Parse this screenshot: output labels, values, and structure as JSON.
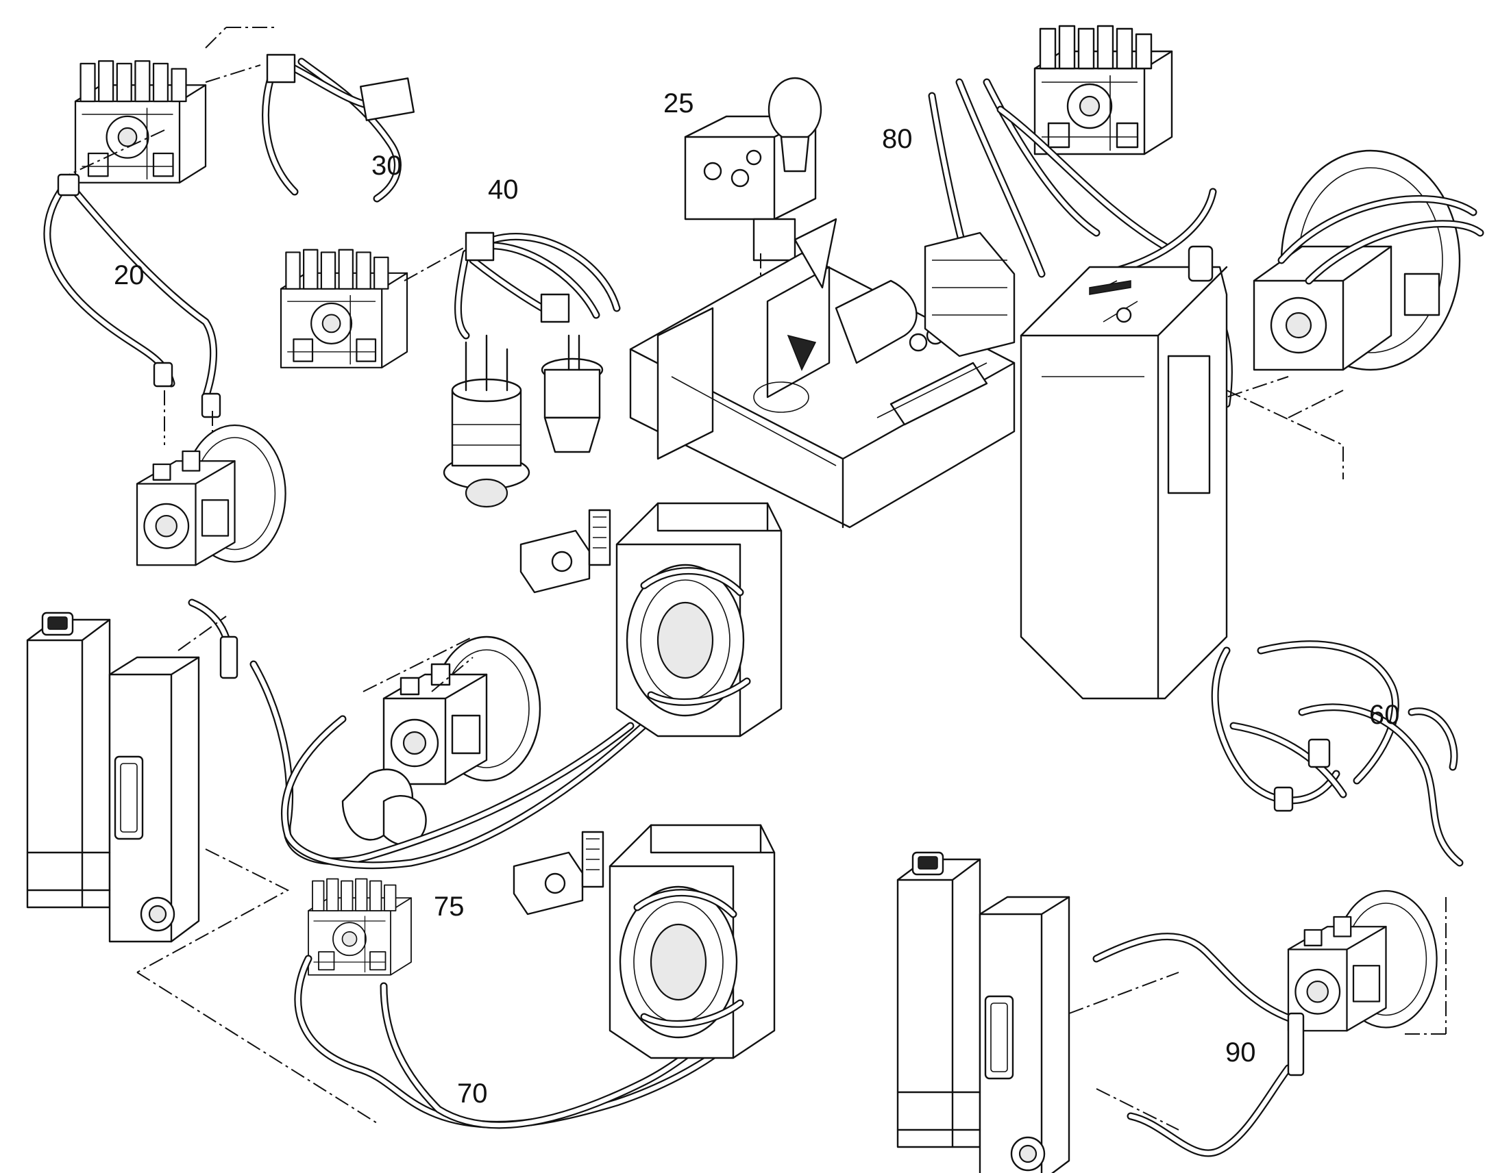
{
  "callouts": [
    {
      "id": "20",
      "label": "20"
    },
    {
      "id": "25",
      "label": "25"
    },
    {
      "id": "30",
      "label": "30"
    },
    {
      "id": "40",
      "label": "40"
    },
    {
      "id": "60",
      "label": "60"
    },
    {
      "id": "70",
      "label": "70"
    },
    {
      "id": "75",
      "label": "75"
    },
    {
      "id": "80",
      "label": "80"
    },
    {
      "id": "90",
      "label": "90"
    }
  ]
}
